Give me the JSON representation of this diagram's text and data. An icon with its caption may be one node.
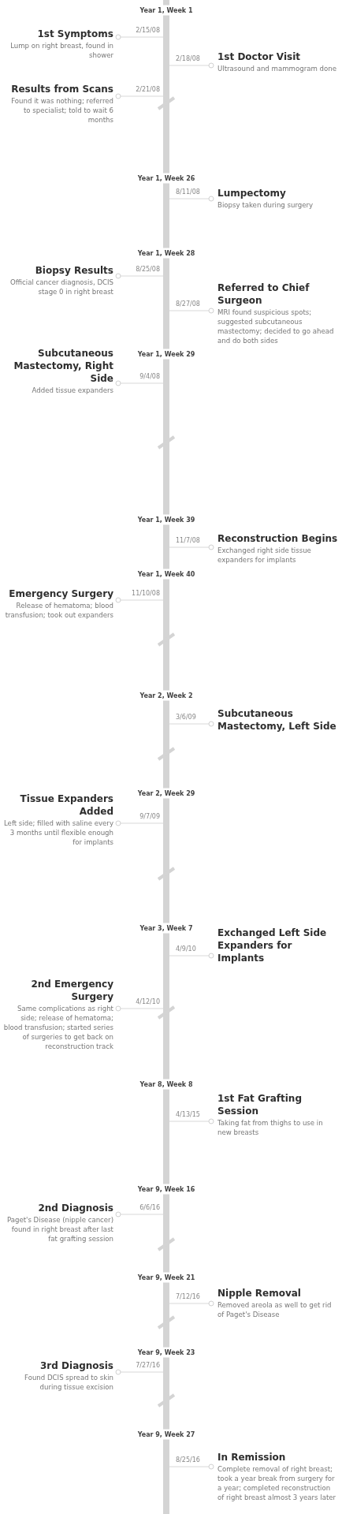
{
  "diagram": {
    "nodes": [
      {
        "text": [
          "1st Symptoms",
          "Lump on right breast, found in shower"
        ]
      },
      {
        "text": [
          "1st Doctor Visit",
          "Ultrasound and mammogram done"
        ]
      },
      {
        "text": [
          "Results from Scans",
          "Found it was nothing; referred to specialist; told to wait 6 months"
        ]
      },
      {
        "text": [
          "Lumpectomy",
          "Biopsy taken during surgery"
        ]
      },
      {
        "text": [
          "Biopsy Results",
          "Official cancer diagnosis, DCIS stage 0 in right breast"
        ]
      },
      {
        "text": [
          "Referred to Chief Surgeon",
          "MRI found suspicious spots; suggested subcutaneous mastectomy; decided to go ahead and do both sides"
        ]
      },
      {
        "text": [
          "Subcutaneous Mastectomy, Right Side",
          "Added tissue expanders"
        ]
      },
      {
        "text": [
          "Reconstruction Begins",
          "Exchanged right side tissue expanders for implants"
        ]
      },
      {
        "text": [
          "Emergency Surgery",
          "Release of hematoma; blood transfusion; took out expanders"
        ]
      },
      {
        "text": [
          "Subcutaneous Mastectomy, Left Side"
        ]
      },
      {
        "text": [
          "Tissue Expanders Added",
          "Left side; filled with saline every 3 months until flexible enough for implants"
        ]
      },
      {
        "text": [
          "Exchanged Left Side Expanders for Implants"
        ]
      },
      {
        "text": [
          "2nd Emergency Surgery",
          "Same complications as right side; release of hematoma; blood transfusion; started series of surgeries to get back on reconstruction track"
        ]
      },
      {
        "text": [
          "1st Fat Grafting Session",
          "Taking fat from thighs to use in new breasts"
        ]
      },
      {
        "text": [
          "2nd Diagnosis",
          "Paget's Disease (nipple cancer) found in right breast after last fat grafting session"
        ]
      },
      {
        "text": [
          "Nipple Removal",
          "Removed areola as well to get rid of Paget's Disease"
        ]
      },
      {
        "text": [
          "3rd Diagnosis",
          "Found DCIS spread to skin during tissue excision"
        ]
      },
      {
        "text": [
          "In Remission",
          "Complete removal of right breast; took a year break from surgery for a year; completed reconstruction of right breast almost 3 years later"
        ]
      },
      {
        "text": [],
        "shape": "bar"
      }
    ],
    "edges": [
      {
        "from": 18,
        "to": 0,
        "arrow": "other",
        "label": "2/15/08"
      },
      {
        "from": 18,
        "to": 1,
        "arrow": "other",
        "label": "2/18/08"
      },
      {
        "from": 18,
        "to": 2,
        "arrow": "other",
        "label": "2/21/08"
      },
      {
        "from": 18,
        "to": 3,
        "arrow": "other",
        "label": "8/11/08"
      },
      {
        "from": 18,
        "to": 4,
        "arrow": "other",
        "label": "8/25/08"
      },
      {
        "from": 18,
        "to": 5,
        "arrow": "other",
        "label": "8/27/08"
      },
      {
        "from": 18,
        "to": 6,
        "arrow": "other",
        "label": "9/4/08"
      },
      {
        "from": 18,
        "to": 7,
        "arrow": "other",
        "label": "11/7/08"
      },
      {
        "from": 18,
        "to": 8,
        "arrow": "other",
        "label": "11/10/08"
      },
      {
        "from": 18,
        "to": 9,
        "arrow": "other",
        "label": "3/6/09"
      },
      {
        "from": 18,
        "to": 10,
        "arrow": "other",
        "label": "9/7/09"
      },
      {
        "from": 18,
        "to": 11,
        "arrow": "other",
        "label": "4/9/10"
      },
      {
        "from": 18,
        "to": 12,
        "arrow": "other",
        "label": "4/12/10"
      },
      {
        "from": 18,
        "to": 13,
        "arrow": "other",
        "label": "4/13/15"
      },
      {
        "from": 18,
        "to": 14,
        "arrow": "other",
        "label": "6/6/16"
      },
      {
        "from": 18,
        "to": 15,
        "arrow": "other",
        "label": "7/12/16"
      },
      {
        "from": 18,
        "to": 16,
        "arrow": "other",
        "label": "7/27/16"
      },
      {
        "from": 18,
        "to": 17,
        "arrow": "other",
        "label": "8/25/16"
      }
    ],
    "labels": [
      "Year 1, Week 1",
      "Year 1, Week 26",
      "Year 1, Week 28",
      "Year 1, Week 29",
      "Year 1, Week 39",
      "Year 1, Week 40",
      "Year 2, Week 2",
      "Year 2, Week 29",
      "Year 3, Week 7",
      "Year 8, Week 8",
      "Year 9, Week 16",
      "Year 9, Week 21",
      "Year 9, Week 23",
      "Year 9, Week 27"
    ]
  }
}
